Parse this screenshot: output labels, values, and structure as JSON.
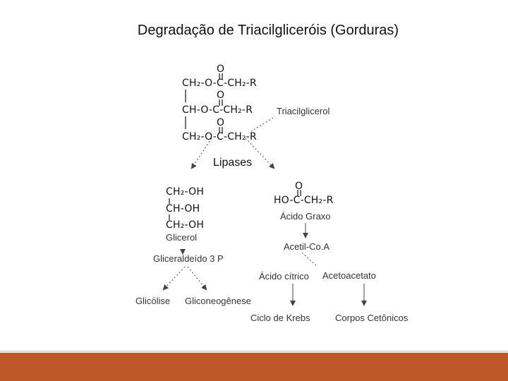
{
  "title": "Degradação de Triacilgliceróis (Gorduras)",
  "colors": {
    "footer": "#c0572a",
    "footer_line": "#d8d8d8",
    "arrow": "#444444"
  },
  "triacylglycerol": {
    "oxygen_1": "O",
    "row_1": "CH₂-O-C-CH₂-R",
    "oxygen_2": "O",
    "row_2": "CH-O-C-CH₂-R",
    "oxygen_3": "O",
    "row_3": "CH₂-O-C-CH₂-R",
    "label": "Triacilglicerol"
  },
  "enzyme_label": "Lipases",
  "glycerol": {
    "row_1": "CH₂-OH",
    "row_2": "CH-OH",
    "row_3": "CH₂-OH",
    "label": "Glicerol"
  },
  "fatty_acid": {
    "oxygen": "O",
    "formula": "HO-C-CH₂-R",
    "label": "Ácido Graxo"
  },
  "acetyl_coa": "Acetil-Co.A",
  "glyceraldehyde": "Gliceraldeído 3 P",
  "citric_acid": "Ácido cítrico",
  "acetoacetate": "Acetoacetato",
  "glycolysis": "Glicólise",
  "gluconeogenesis": "Gliconeogênese",
  "krebs": "Ciclo de Krebs",
  "ketone_bodies": "Corpos Cetônicos"
}
